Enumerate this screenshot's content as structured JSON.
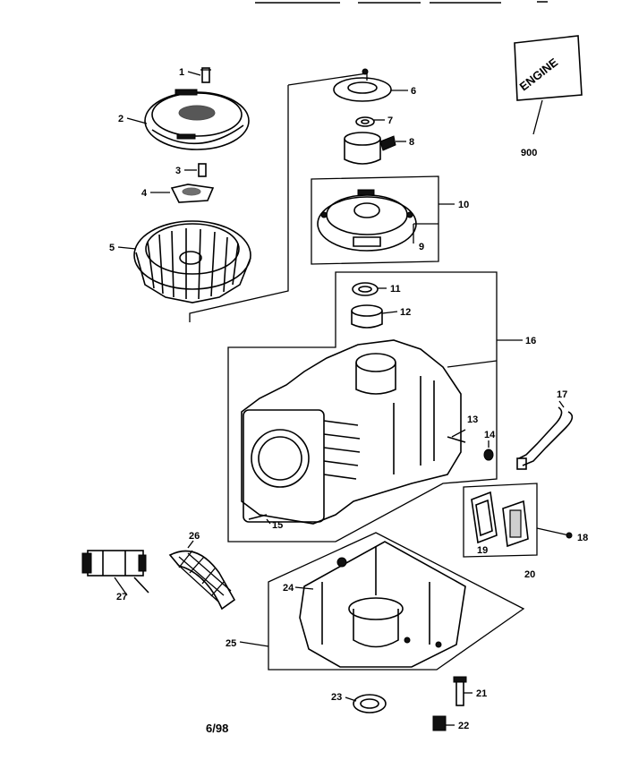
{
  "diagram": {
    "footer_date": "6/98",
    "engine_box_text": "ENGINE",
    "engine_ref": "900",
    "callouts": [
      "1",
      "2",
      "3",
      "4",
      "5",
      "6",
      "7",
      "8",
      "9",
      "10",
      "11",
      "12",
      "13",
      "14",
      "15",
      "16",
      "17",
      "18",
      "19",
      "20",
      "21",
      "22",
      "23",
      "24",
      "25",
      "26",
      "27"
    ]
  }
}
